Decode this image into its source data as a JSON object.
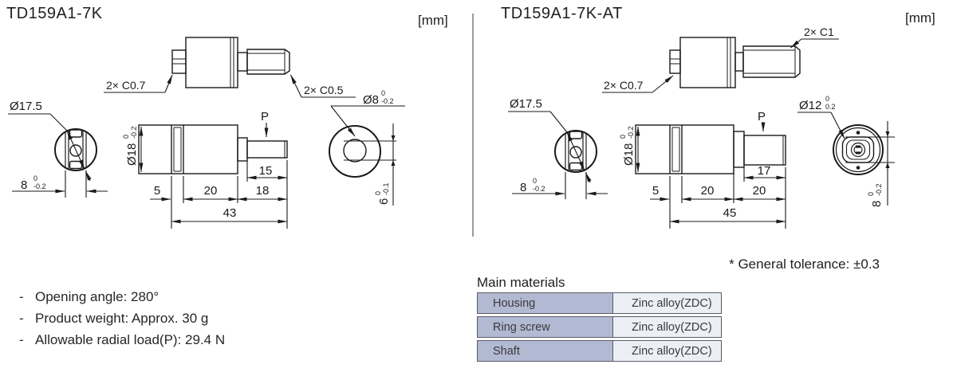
{
  "panels": {
    "left": {
      "title": "TD159A1-7K",
      "units": "[mm]",
      "labels": {
        "chamfer_left": "2× C0.7",
        "chamfer_right": "2× C0.5",
        "dia_knob": "Ø17.5",
        "flats": {
          "v": "8",
          "t": "0",
          "b": "-0.2"
        },
        "dia_body": {
          "v": "Ø18",
          "t": "0",
          "b": "-0.2"
        },
        "dia_shaft": {
          "v": "Ø8",
          "t": "0",
          "b": "-0.2"
        },
        "shaft_flats": {
          "v": "6",
          "t": "0",
          "b": "-0.1"
        },
        "load": "P",
        "len_ring": "5",
        "len_body": "20",
        "len_shaft_seg": "18",
        "len_total": "43",
        "len_flat": "15"
      }
    },
    "right": {
      "title": "TD159A1-7K-AT",
      "units": "[mm]",
      "labels": {
        "chamfer_left": "2× C0.7",
        "chamfer_right": "2× C1",
        "dia_knob": "Ø17.5",
        "flats": {
          "v": "8",
          "t": "0",
          "b": "-0.2"
        },
        "dia_body": {
          "v": "Ø18",
          "t": "0",
          "b": "-0.2"
        },
        "dia_shaft": {
          "v": "Ø12",
          "t": "0",
          "b": "0.2"
        },
        "end_flats": {
          "v": "8",
          "t": "0",
          "b": "-0.2"
        },
        "load": "P",
        "len_ring": "5",
        "len_body": "20",
        "len_shaft_seg": "20",
        "len_total": "45",
        "len_flat": "17"
      }
    }
  },
  "specs": {
    "items": [
      {
        "bullet": "-",
        "text": "Opening angle: 280°"
      },
      {
        "bullet": "-",
        "text": "Product weight: Approx. 30 g"
      },
      {
        "bullet": "-",
        "text": "Allowable radial load(P): 29.4 N"
      }
    ]
  },
  "note": "* General tolerance: ±0.3",
  "materials": {
    "title": "Main materials",
    "rows": [
      {
        "part": "Housing",
        "material": "Zinc alloy(ZDC)"
      },
      {
        "part": "Ring screw",
        "material": "Zinc alloy(ZDC)"
      },
      {
        "part": "Shaft",
        "material": "Zinc alloy(ZDC)"
      }
    ]
  }
}
